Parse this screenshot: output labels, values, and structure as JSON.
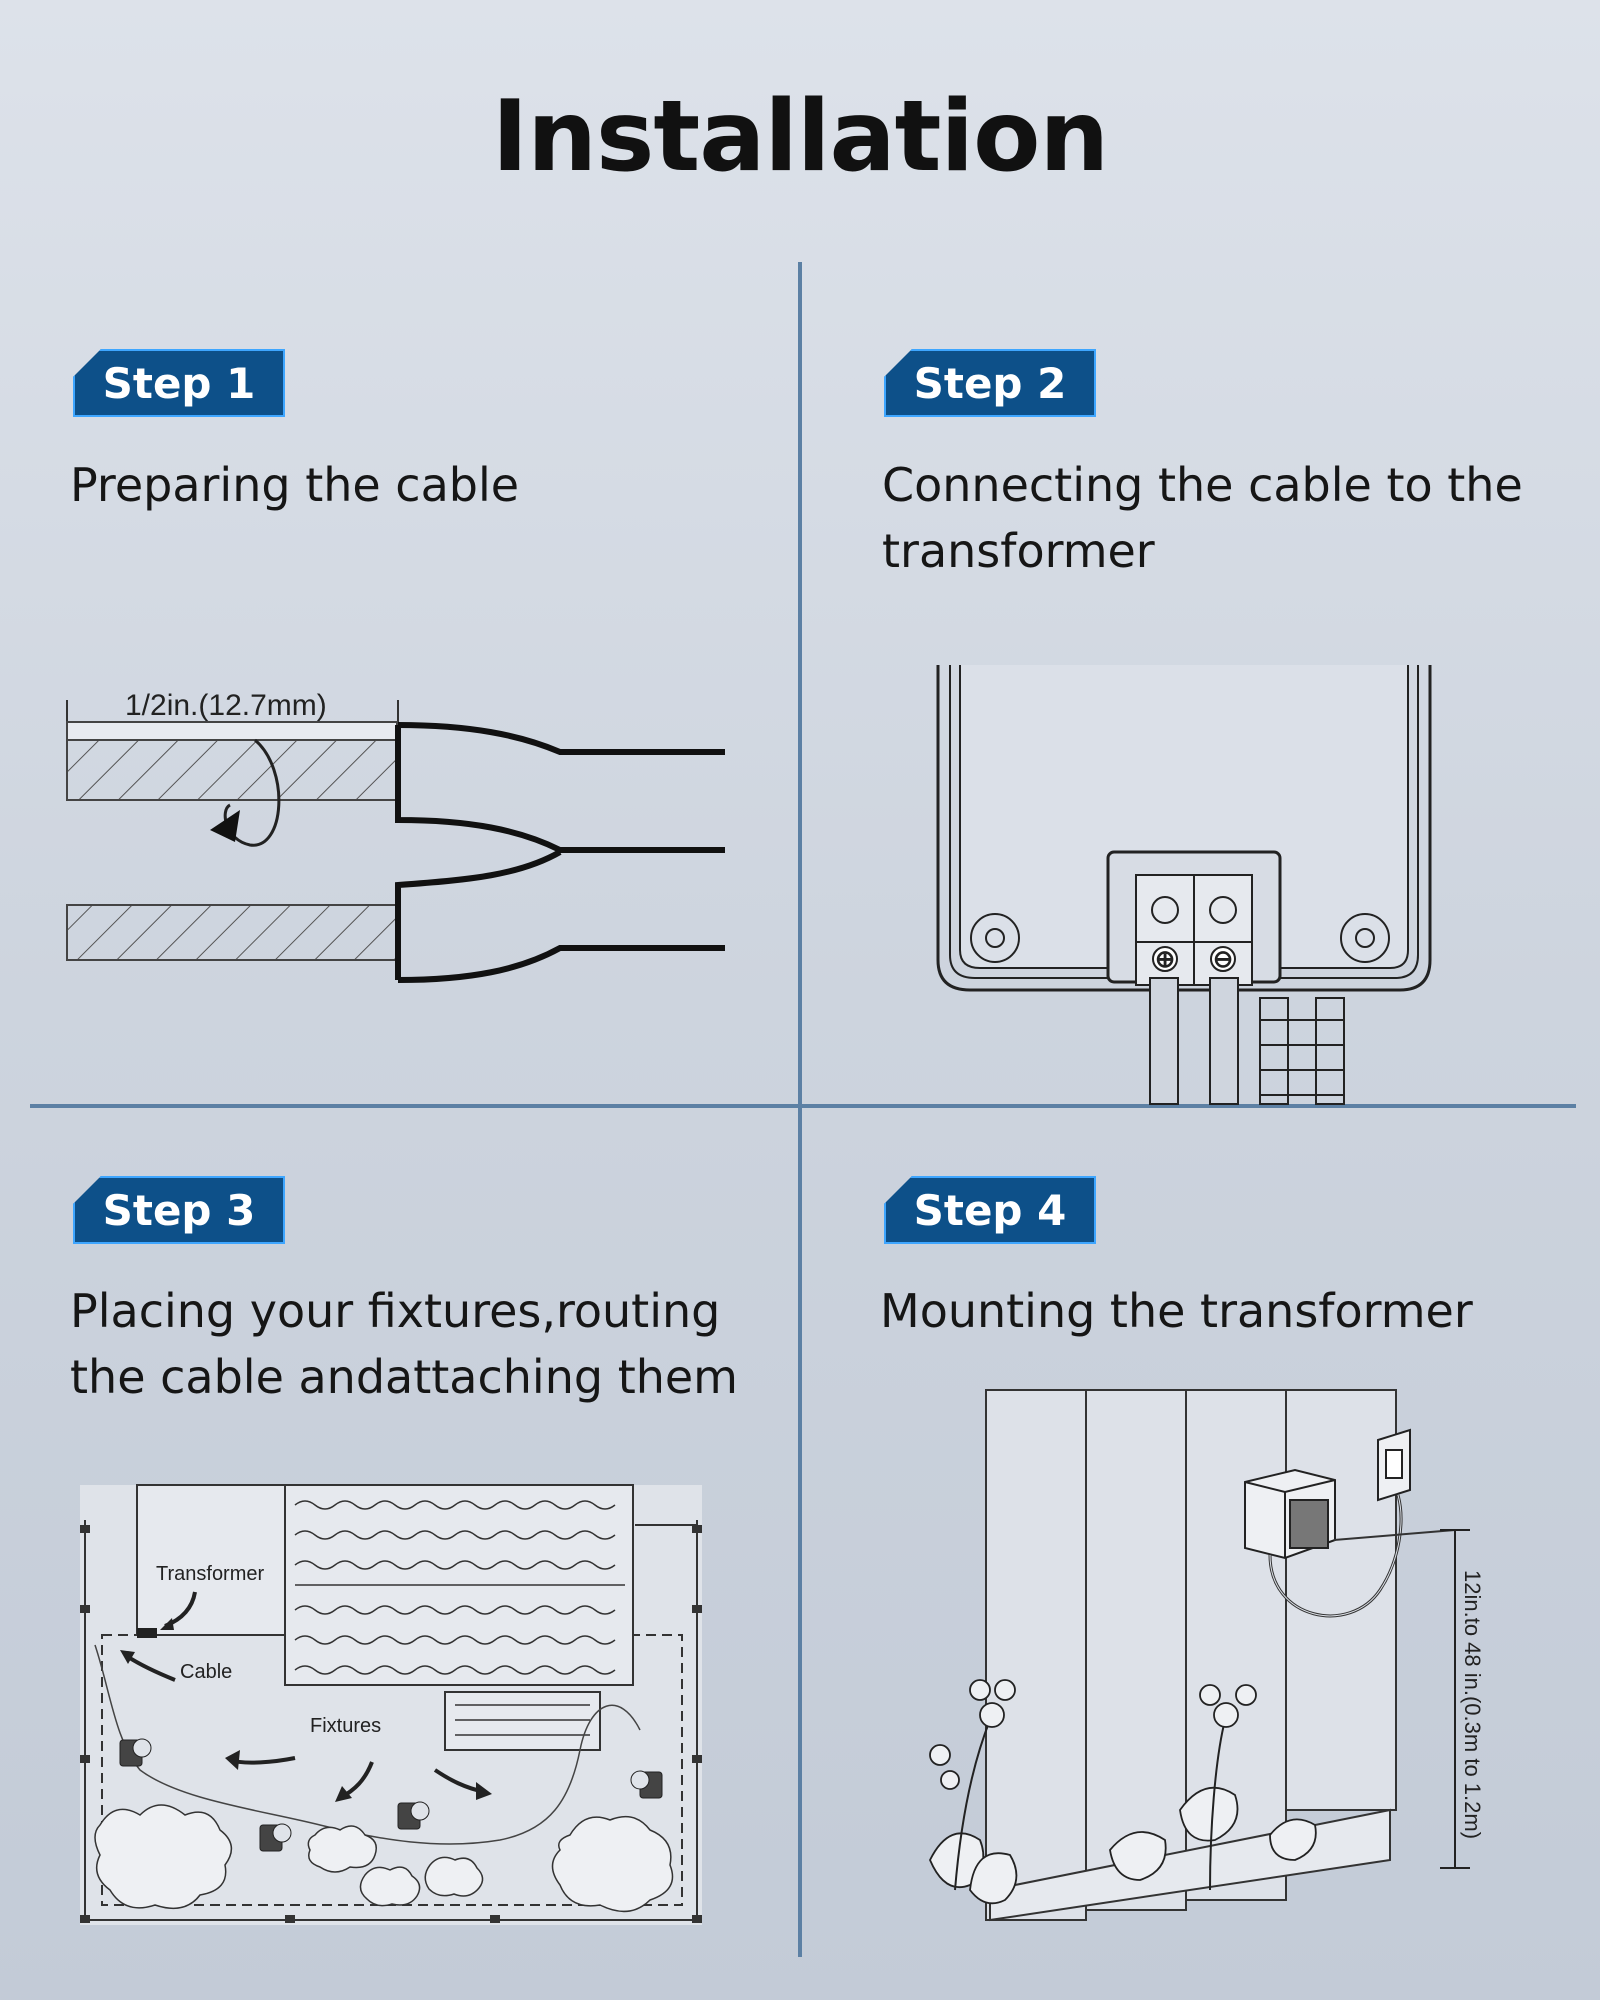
{
  "title": "Installation",
  "steps": [
    {
      "label": "Step 1",
      "heading": "Preparing the cable"
    },
    {
      "label": "Step 2",
      "heading": "Connecting the cable to the transformer"
    },
    {
      "label": "Step 3",
      "heading": "Placing your fixtures,routing the cable andattaching them"
    },
    {
      "label": "Step 4",
      "heading": "Mounting the transformer"
    }
  ],
  "step1_diagram": {
    "measure": "1/2in.(12.7mm)"
  },
  "step2_diagram": {
    "plus": "⊕",
    "minus": "⊖"
  },
  "step3_diagram": {
    "transformer": "Transformer",
    "cable": "Cable",
    "fixtures": "Fixtures"
  },
  "step4_diagram": {
    "height": "12in.to 48 in.(0.3m to 1.2m)"
  },
  "colors": {
    "badge": "#0d5089",
    "divider": "#5c80a4"
  }
}
